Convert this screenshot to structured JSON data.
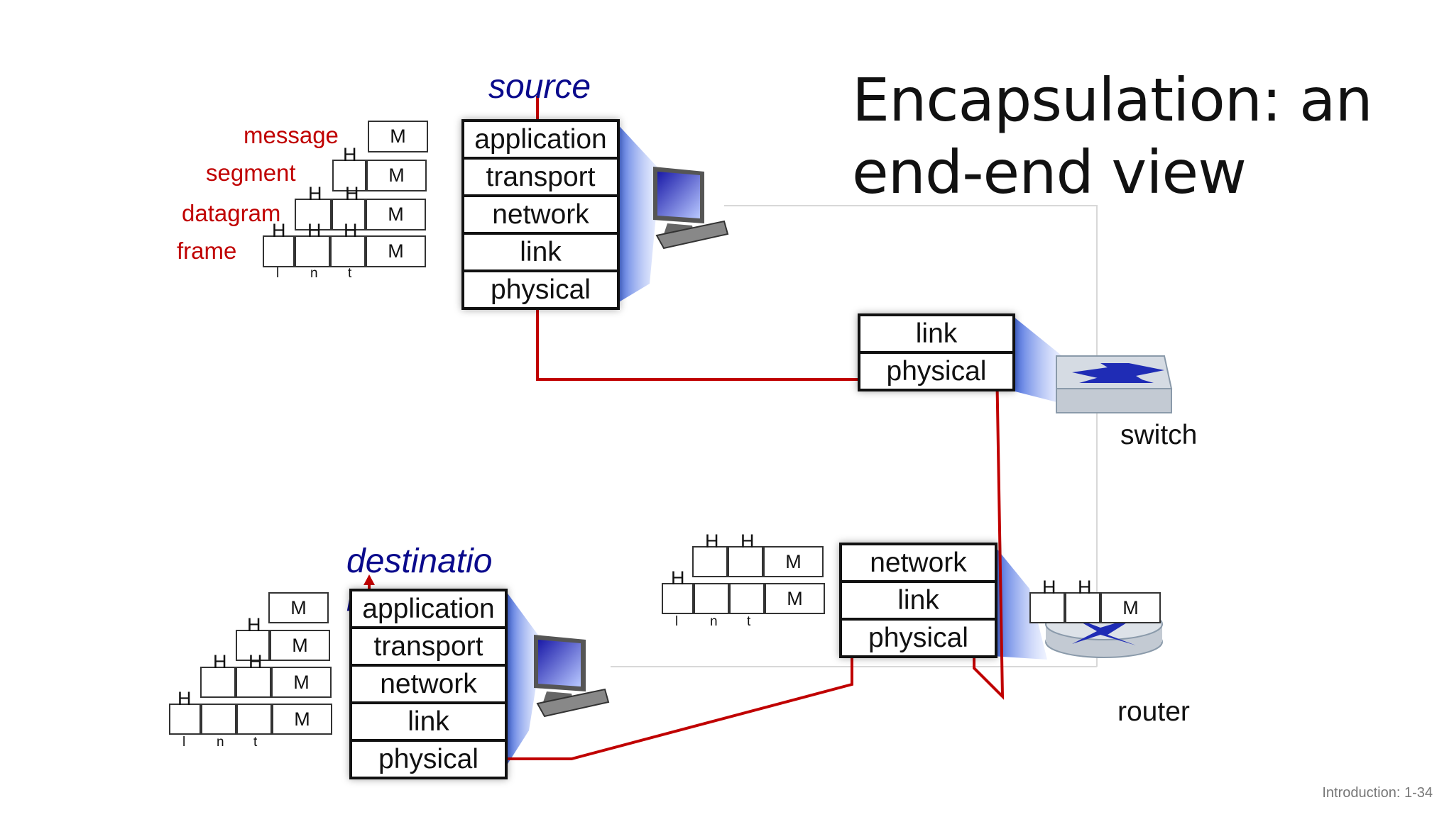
{
  "title": "Encapsulation: an\nend-end view",
  "source_label": "source",
  "destination_label": "destinatio\nn",
  "source_stack": [
    "application",
    "transport",
    "network",
    "link",
    "physical"
  ],
  "destination_stack": [
    "application",
    "transport",
    "network",
    "link",
    "physical"
  ],
  "switch_stack": [
    "link",
    "physical"
  ],
  "router_stack": [
    "network",
    "link",
    "physical"
  ],
  "switch_label": "switch",
  "router_label": "router",
  "pdu_labels": [
    "message",
    "segment",
    "datagram",
    "frame"
  ],
  "msg": "M",
  "hdr": "H",
  "sub_l": "l",
  "sub_n": "n",
  "sub_t": "t",
  "footer": "Introduction: 1-34",
  "colors": {
    "path": "#c00000",
    "role": "#0a0a8c",
    "funnel": "#3a64e0"
  }
}
